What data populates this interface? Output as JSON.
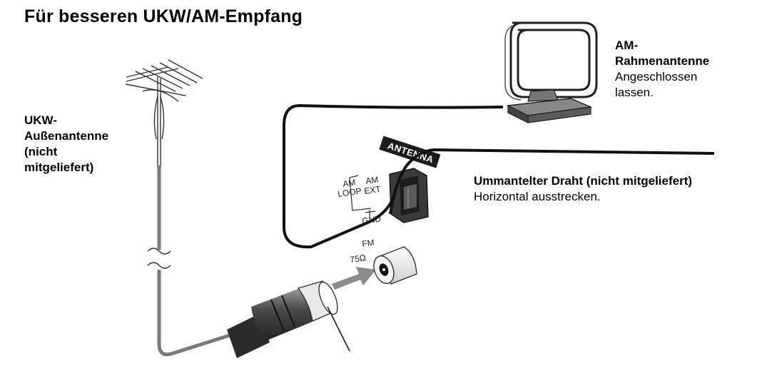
{
  "title": "Für besseren UKW/AM-Empfang",
  "am_loop": {
    "heading_lines": [
      "AM-",
      "Rahmenantenne"
    ],
    "note_lines": [
      "Angeschlossen",
      "lassen."
    ]
  },
  "fm_outdoor": {
    "lines": [
      "UKW-",
      "Außenantenne",
      "(nicht",
      "mitgeliefert)"
    ]
  },
  "sheathed_wire": {
    "heading": "Ummantelter Draht (nicht mitgeliefert)",
    "note": "Horizontal ausstrecken."
  },
  "panel": {
    "header": "ANTENNA",
    "am_ext": [
      "AM",
      "EXT"
    ],
    "am_loop": [
      "AM",
      "LOOP"
    ],
    "gnd": "GND",
    "fm": "FM",
    "fm_ohm": "75Ω"
  },
  "colors": {
    "cable": "#7a7a7a",
    "frame": "#5a5a5a",
    "connector": "#3a3a3a"
  }
}
